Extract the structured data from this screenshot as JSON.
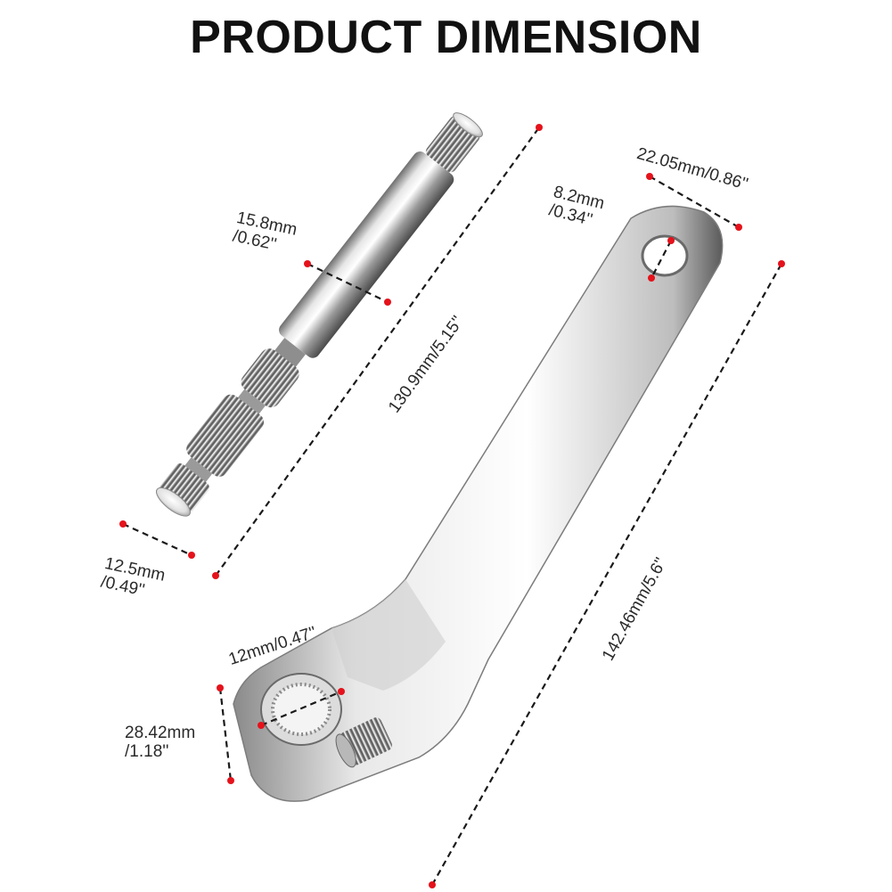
{
  "title": "PRODUCT DIMENSION",
  "accent_color": "#e5121b",
  "shaft": {
    "length": "130.9mm/5.15''",
    "body_diameter": {
      "line1": "15.8mm",
      "line2": "/0.62''"
    },
    "end_diameter": {
      "line1": "12.5mm",
      "line2": "/0.49''"
    }
  },
  "arm": {
    "length": "142.46mm/5.6''",
    "top_width": "22.05mm/0.86''",
    "hole_diameter": {
      "line1": "8.2mm",
      "line2": "/0.34''"
    },
    "bore_diameter": "12mm/0.47''",
    "clamp_height": {
      "line1": "28.42mm",
      "line2": "/1.18''"
    }
  }
}
